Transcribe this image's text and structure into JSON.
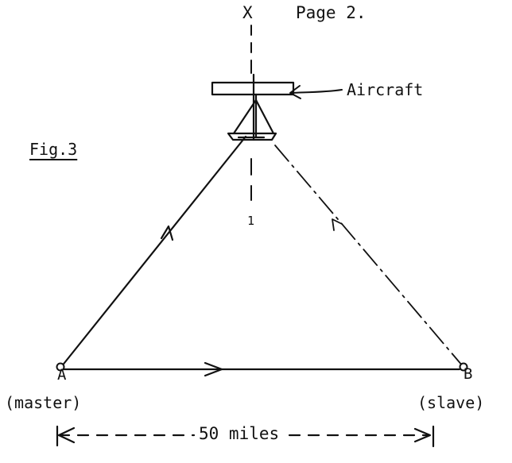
{
  "header": {
    "axis_marker": "X",
    "page_label": "Page 2."
  },
  "figure": {
    "caption": "Fig.3",
    "aircraft_label": "Aircraft",
    "station_a": {
      "letter": "A",
      "role": "(master)"
    },
    "station_b": {
      "letter": "B",
      "role": "(slave)"
    },
    "baseline_distance": "50 miles",
    "axis_center_mark": "1"
  }
}
